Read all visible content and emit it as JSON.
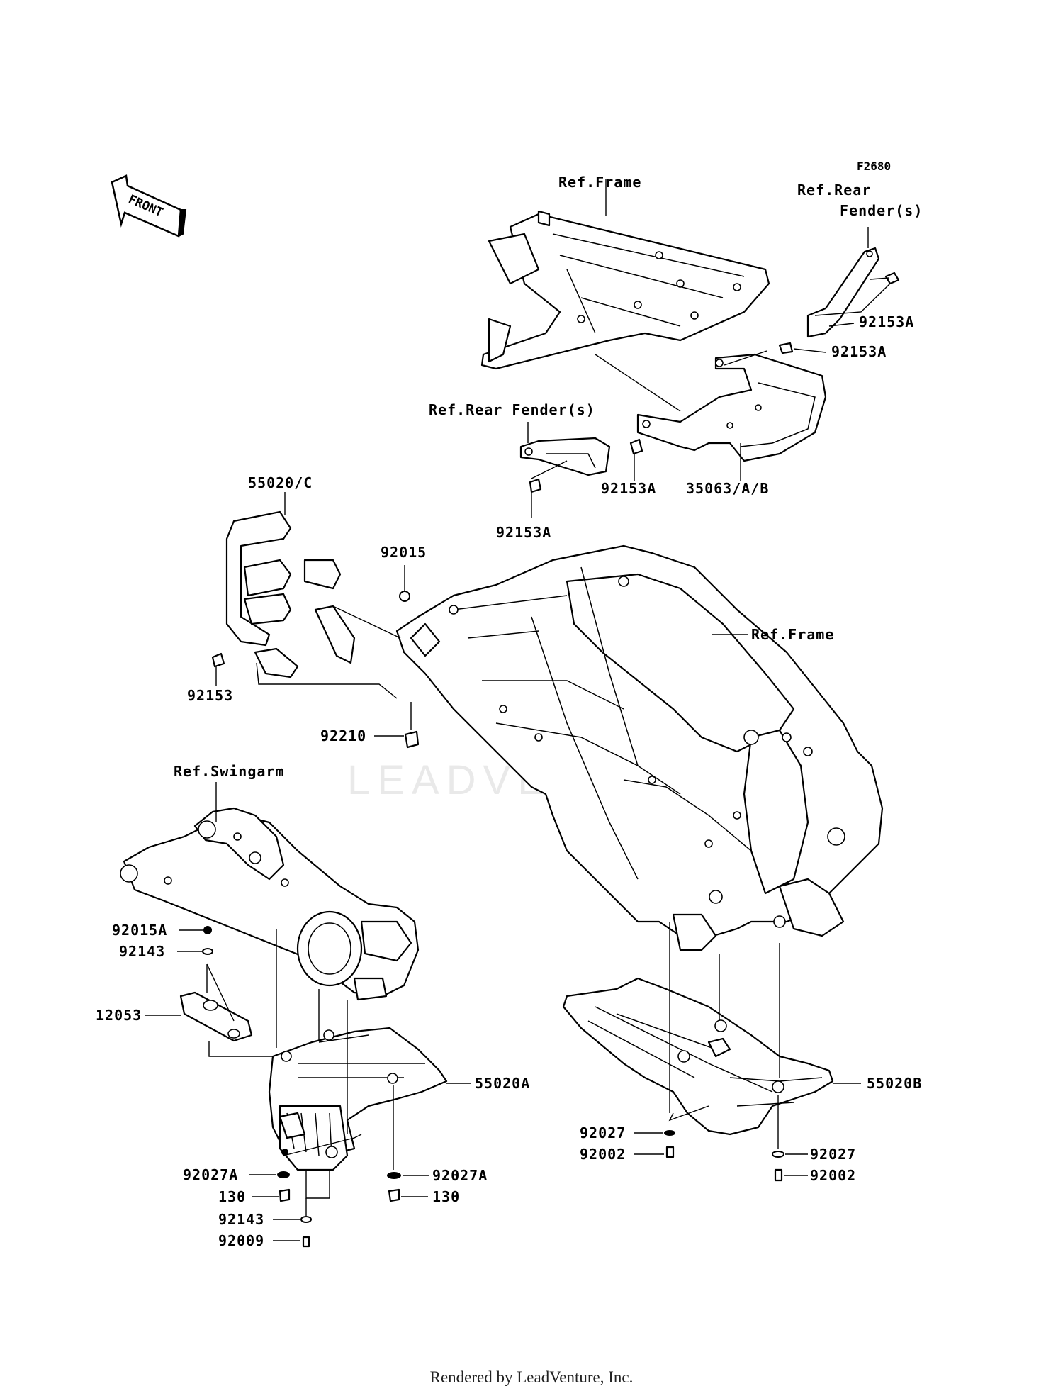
{
  "diagram_code": "F2680",
  "front_arrow_label": "FRONT",
  "watermark": "LEADVENTURE",
  "footer": "Rendered by LeadVenture, Inc.",
  "ref_labels": {
    "frame_top": "Ref.Frame",
    "rear_fender_right": [
      "Ref.Rear",
      "Fender(s)"
    ],
    "rear_fender_left": "Ref.Rear Fender(s)",
    "frame_main": "Ref.Frame",
    "swingarm": "Ref.Swingarm"
  },
  "parts": {
    "p92153A_1": "92153A",
    "p92153A_2": "92153A",
    "p92153A_3": "92153A",
    "p92153A_4": "92153A",
    "p35063": "35063/A/B",
    "p55020C": "55020/C",
    "p92015": "92015",
    "p92153": "92153",
    "p92210": "92210",
    "p92015A": "92015A",
    "p92143_a": "92143",
    "p12053": "12053",
    "p55020A": "55020A",
    "p55020B": "55020B",
    "p92027A_l": "92027A",
    "p130_l": "130",
    "p92143_b": "92143",
    "p92009": "92009",
    "p92027A_r": "92027A",
    "p130_r": "130",
    "p92027_l": "92027",
    "p92002_l": "92002",
    "p92027_r": "92027",
    "p92002_r": "92002"
  }
}
